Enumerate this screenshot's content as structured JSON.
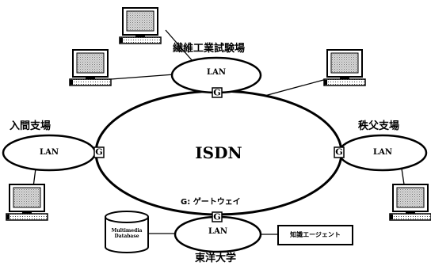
{
  "diagram": {
    "center_label": "ISDN",
    "gateway_legend": "G: ゲートウェイ",
    "gateway_mark": "G",
    "sites": {
      "top": "繊維工業試験場",
      "left": "入間支場",
      "right": "秩父支場",
      "bottom": "東洋大学"
    },
    "lan_label": "LAN",
    "database_label": "Multimedia Database",
    "agent_label": "知識エージェント"
  }
}
